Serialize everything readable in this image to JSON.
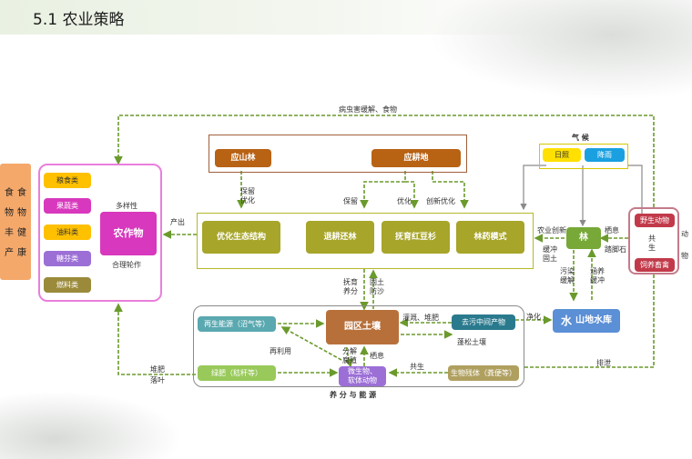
{
  "page": {
    "title": "5.1 农业策略"
  },
  "top_flow": {
    "label": "病虫害缓解、食物"
  },
  "food": {
    "chars": [
      "食",
      "物",
      "丰",
      "产"
    ],
    "chars2": [
      "食",
      "物",
      "健",
      "康"
    ]
  },
  "crops": {
    "items": [
      "粮食类",
      "果蔬类",
      "油料类",
      "糖芬类",
      "燃料类"
    ],
    "center": "农作物",
    "diversity": "多样性",
    "rotation": "合理轮作",
    "output": "产出"
  },
  "top_row": {
    "left": "应山林",
    "right": "应耕地"
  },
  "top_labels": {
    "keep_optimize": "保留\n优化",
    "keep": "保留",
    "optimize": "优化",
    "innovate": "创新优化"
  },
  "mid_row": {
    "a": "优化生态结构",
    "b": "退耕还林",
    "c": "抚育红豆杉",
    "d": "林药模式"
  },
  "climate": {
    "title": "气  候",
    "sun": "日照",
    "rain": "降雨"
  },
  "forest": {
    "label": "林",
    "innovate": "农业创新",
    "buffer": "缓冲\n固土",
    "habitat": "栖息",
    "stepping": "踏脚石",
    "pollution": "污染\n缓解",
    "conserve": "涵养\n缓冲"
  },
  "animals": {
    "wild": "野生动物",
    "share": "共\n生",
    "livestock": "饲养畜禽",
    "side": "动\n物"
  },
  "cycle": {
    "tend": "抚育\n养分",
    "fix": "固土\n防沙",
    "soil": "园区土壤",
    "irrigate": "灌溉、堆肥",
    "pollutant": "去污中间产物",
    "loosen": "蓬松土壤",
    "purify": "净化",
    "water_prefix": "水",
    "water": "山地水库",
    "energy": "再生能源（沼气等）",
    "reuse": "再利用",
    "decompose": "分解\n腐殖",
    "habitat": "栖息",
    "green_manure": "绿肥（秸秆等）",
    "microbe": "微生物、\n软体动物",
    "symbiosis": "共生",
    "waste": "生物残体（粪便等）",
    "bottom_title": "养  分  与  能  源"
  },
  "left_bottom": {
    "compost": "堆肥",
    "litter": "落叶"
  },
  "discharge": {
    "label": "排泄"
  }
}
